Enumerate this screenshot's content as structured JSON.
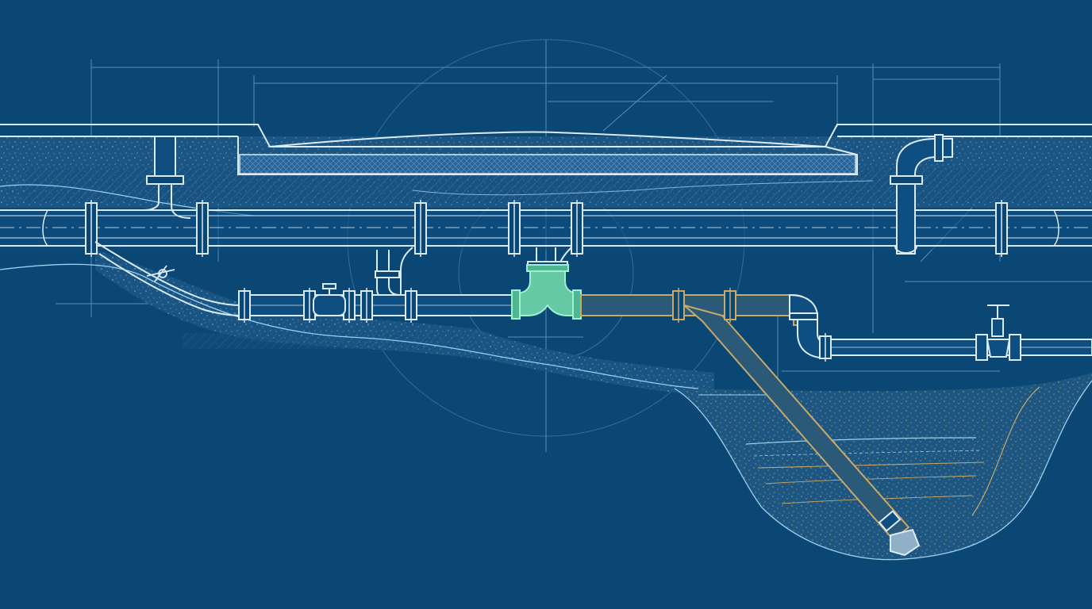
{
  "drawing": {
    "title": "",
    "labels": []
  },
  "colors": {
    "background": "#0b4774",
    "line": "#dbeaf7",
    "guide": "#7fb3dd",
    "soil_fill": "#1d5b8c",
    "soil_speckle": "#7fb7e3",
    "water": "#9bd0f0",
    "highlight_fitting": "#66c9a6",
    "new_pipe": "#c9a86a"
  },
  "components": {
    "main_pipe": "horizontal-main",
    "road_slab": "road-slab",
    "tee_fitting": "tee",
    "gate_valves": [
      "inline-valve",
      "gate-valve-right"
    ],
    "flanges": [
      "flange"
    ],
    "elbows": [
      "elbow"
    ],
    "excavation": "trench-cross-section"
  }
}
